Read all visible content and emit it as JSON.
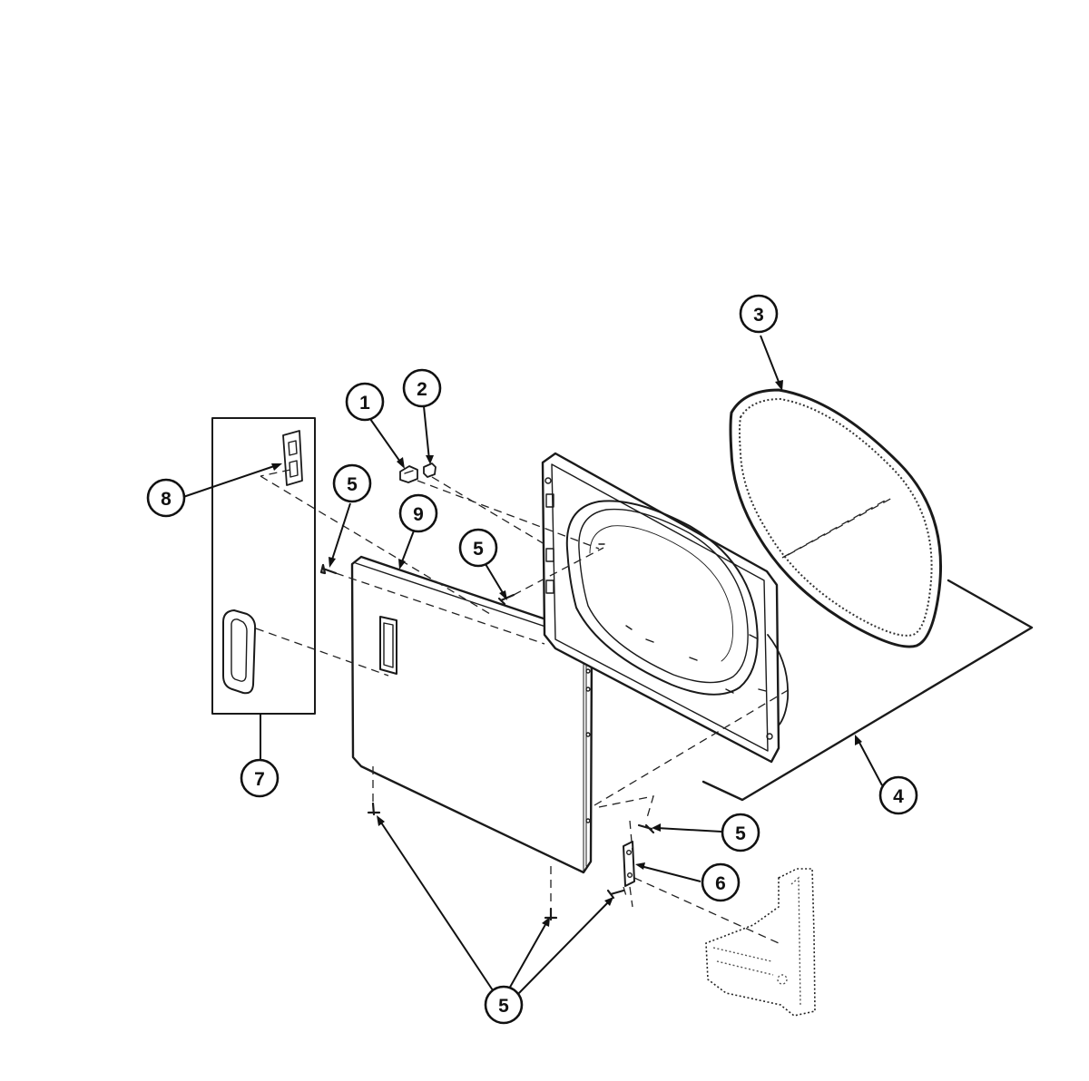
{
  "callouts": {
    "c1": "1",
    "c2": "2",
    "c3": "3",
    "c4": "4",
    "c5a": "5",
    "c5b": "5",
    "c5c": "5",
    "c5d": "5",
    "c6": "6",
    "c7": "7",
    "c8": "8",
    "c9": "9"
  }
}
